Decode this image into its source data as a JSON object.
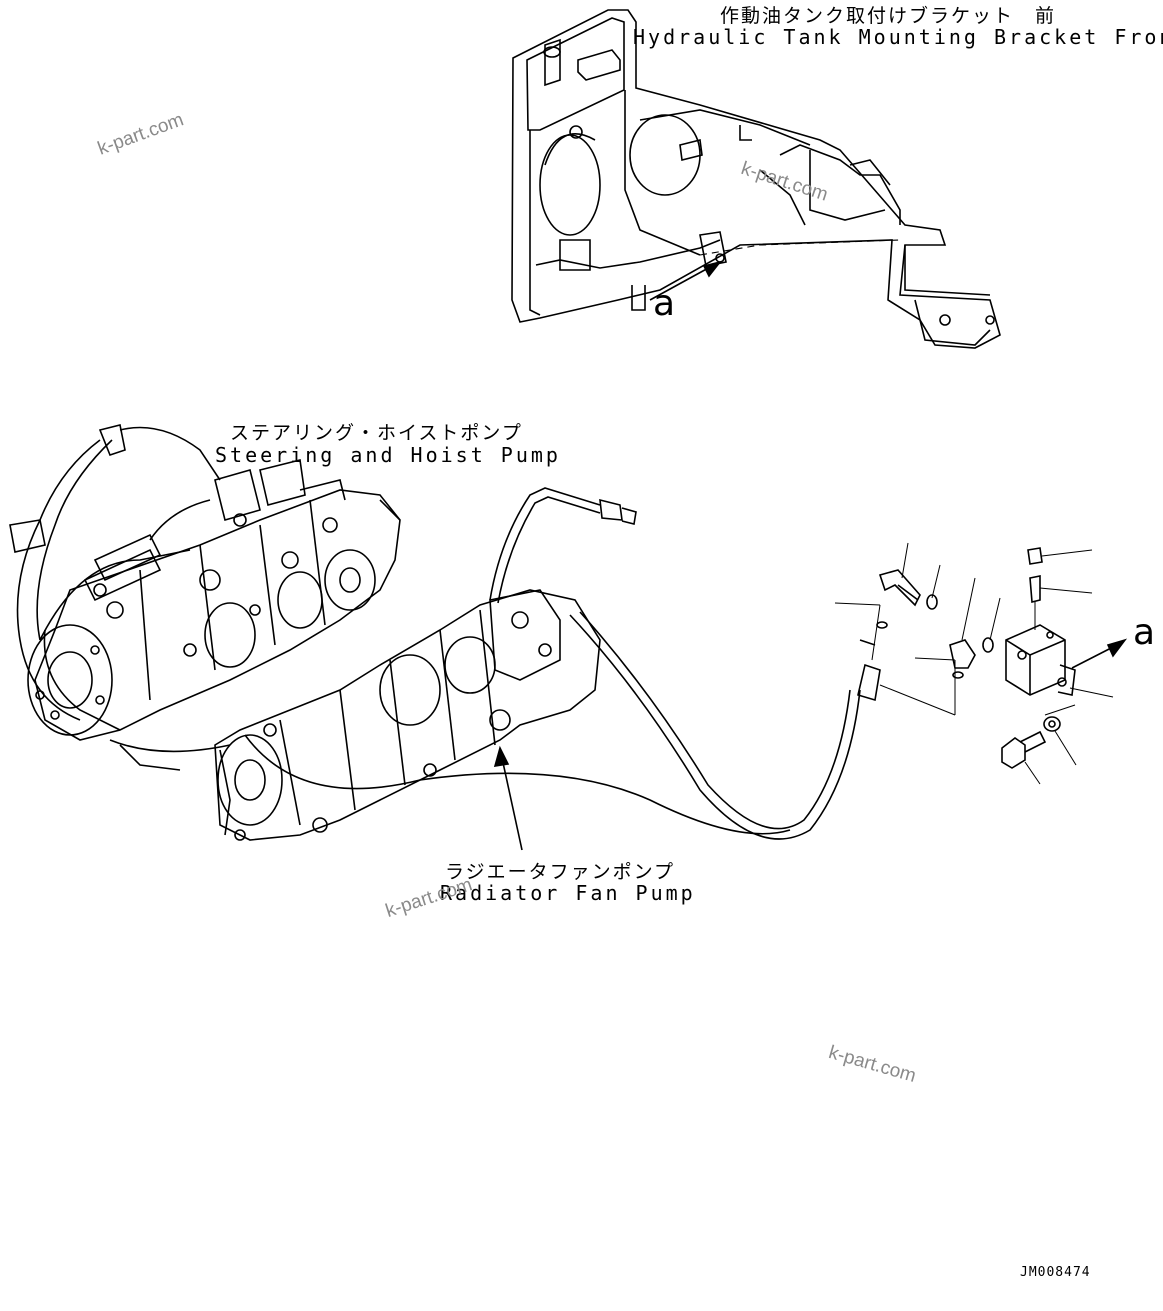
{
  "labels": {
    "bracket_jp": "作動油タンク取付けブラケット　前",
    "bracket_en": "Hydraulic Tank Mounting Bracket Front",
    "steering_jp": "ステアリング・ホイストポンプ",
    "steering_en": "Steering and Hoist Pump",
    "fan_jp": "ラジエータファンポンプ",
    "fan_en": "Radiator Fan Pump",
    "callout_a_top": "a",
    "callout_a_right": "a",
    "drawing_code": "JM008474"
  },
  "watermarks": [
    "k-part.com",
    "k-part.com",
    "k-part.com",
    "k-part.com"
  ]
}
